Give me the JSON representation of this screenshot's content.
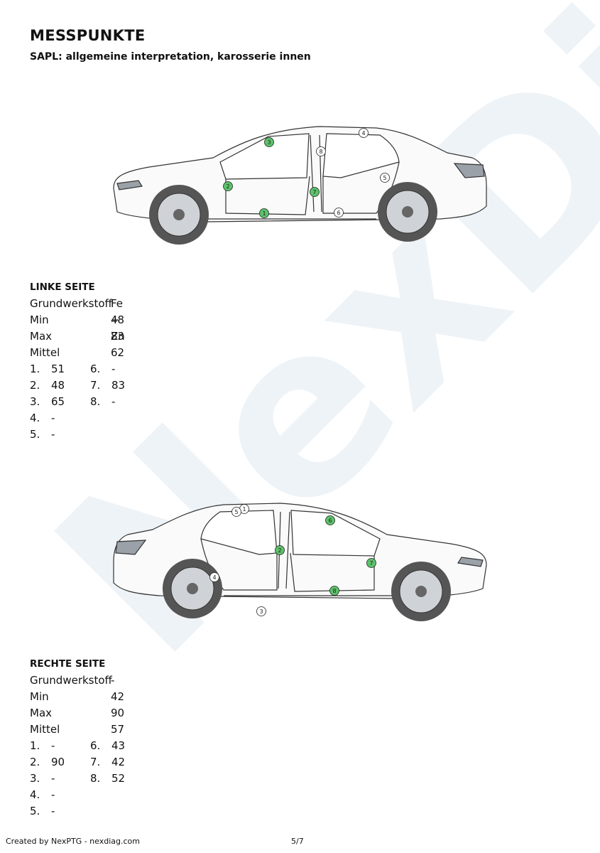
{
  "header": {
    "title": "MESSPUNKTE",
    "subtitle": "SAPL: allgemeine interpretation, karosserie innen"
  },
  "watermark": {
    "text": "NexDiag",
    "color": "#eef3f7"
  },
  "colors": {
    "measured_point": "#5cc26a",
    "point_outline": "#222222"
  },
  "left_side": {
    "heading": "LINKE SEITE",
    "material_label": "Grundwerkstoff",
    "material_value": "Fe + Zn",
    "min_label": "Min",
    "min_value": "48",
    "max_label": "Max",
    "max_value": "83",
    "avg_label": "Mittel",
    "avg_value": "62",
    "points": [
      {
        "label": "1.",
        "value": "51"
      },
      {
        "label": "2.",
        "value": "48"
      },
      {
        "label": "3.",
        "value": "65"
      },
      {
        "label": "4.",
        "value": "-"
      },
      {
        "label": "5.",
        "value": "-"
      },
      {
        "label": "6.",
        "value": "-"
      },
      {
        "label": "7.",
        "value": "83"
      },
      {
        "label": "8.",
        "value": "-"
      }
    ],
    "markers": [
      "1",
      "2",
      "3",
      "4",
      "5",
      "6",
      "7",
      "8"
    ]
  },
  "right_side": {
    "heading": "RECHTE SEITE",
    "material_label": "Grundwerkstoff",
    "material_value": "-",
    "min_label": "Min",
    "min_value": "42",
    "max_label": "Max",
    "max_value": "90",
    "avg_label": "Mittel",
    "avg_value": "57",
    "points": [
      {
        "label": "1.",
        "value": "-"
      },
      {
        "label": "2.",
        "value": "90"
      },
      {
        "label": "3.",
        "value": "-"
      },
      {
        "label": "4.",
        "value": "-"
      },
      {
        "label": "5.",
        "value": "-"
      },
      {
        "label": "6.",
        "value": "43"
      },
      {
        "label": "7.",
        "value": "42"
      },
      {
        "label": "8.",
        "value": "52"
      }
    ],
    "markers": [
      "1",
      "2",
      "3",
      "4",
      "5",
      "6",
      "7",
      "8"
    ]
  },
  "footer": {
    "created_by": "Created by NexPTG - nexdiag.com",
    "page": "5/7"
  }
}
